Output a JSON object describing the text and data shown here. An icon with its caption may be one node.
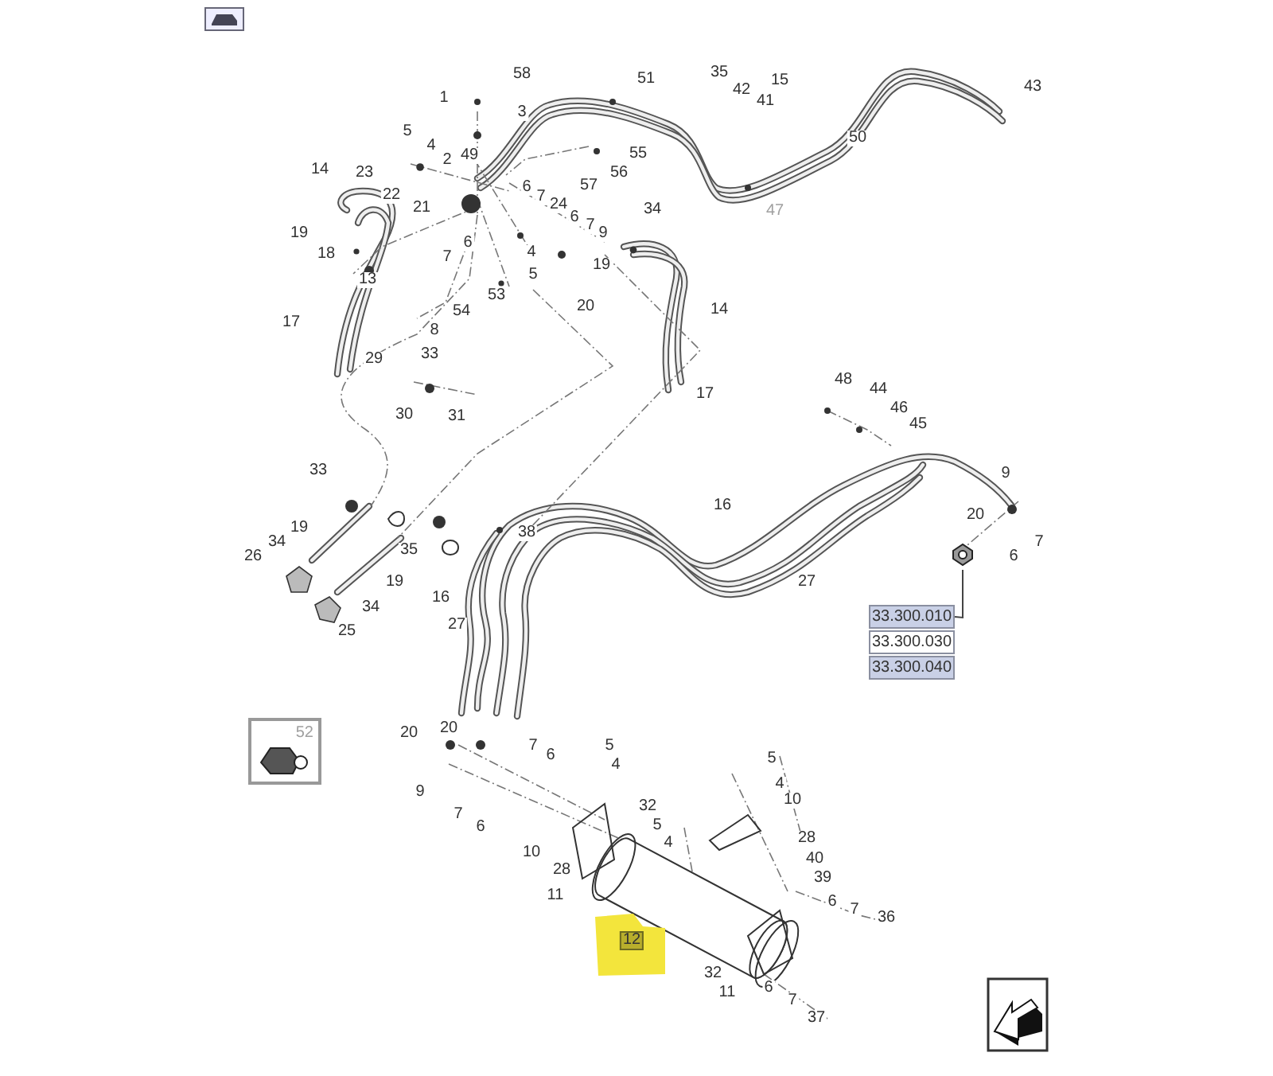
{
  "diagram": {
    "nodes": [
      {
        "text": [
          "33.300.010"
        ]
      },
      {
        "text": [
          "33.300.030"
        ]
      },
      {
        "text": [
          "33.300.040"
        ]
      },
      {
        "text": [],
        "shape": "picture"
      },
      {
        "text": [
          "52"
        ]
      }
    ],
    "edges": [
      {
        "from": 0,
        "to": 3,
        "arrow": "none"
      }
    ],
    "labels": [
      "58",
      "51",
      "35",
      "15",
      "43",
      "1",
      "42",
      "41",
      "3",
      "5",
      "50",
      "4",
      "49",
      "55",
      "2",
      "14",
      "23",
      "56",
      "57",
      "6",
      "22",
      "7",
      "24",
      "21",
      "47",
      "34",
      "6",
      "7",
      "19",
      "9",
      "6",
      "4",
      "18",
      "7",
      "19",
      "5",
      "13",
      "53",
      "20",
      "14",
      "54",
      "17",
      "8",
      "33",
      "29",
      "48",
      "44",
      "17",
      "46",
      "30",
      "31",
      "45",
      "33",
      "9",
      "16",
      "20",
      "19",
      "38",
      "34",
      "7",
      "35",
      "26",
      "6",
      "27",
      "19",
      "16",
      "34",
      "27",
      "25",
      "20",
      "20",
      "7",
      "5",
      "6",
      "5",
      "4",
      "4",
      "9",
      "10",
      "32",
      "7",
      "5",
      "6",
      "28",
      "4",
      "10",
      "40",
      "28",
      "39",
      "11",
      "6",
      "7",
      "36",
      "12",
      "32",
      "6",
      "11",
      "7",
      "37"
    ]
  }
}
